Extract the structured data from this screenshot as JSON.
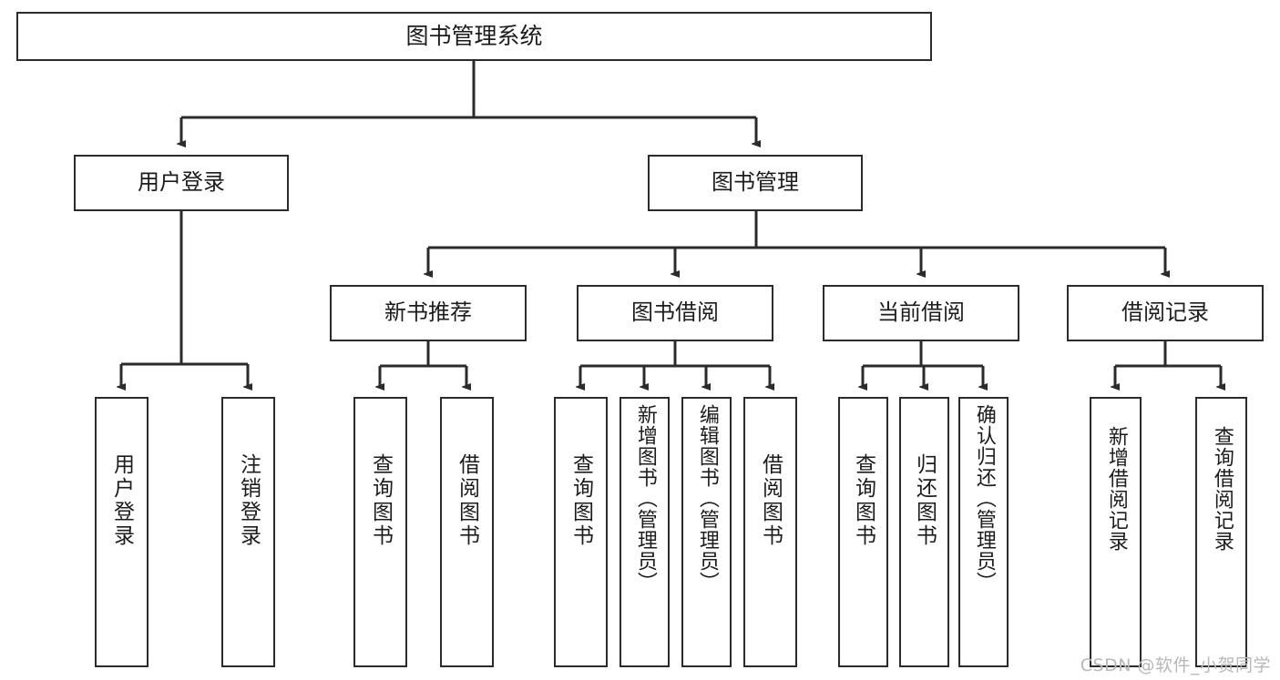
{
  "diagram": {
    "type": "tree-hierarchy",
    "title": "图书管理系统",
    "stroke_color": "#2b2b2b",
    "background_color": "#ffffff",
    "text_color": "#1c1c1c",
    "root": {
      "label": "图书管理系统"
    },
    "level2": [
      {
        "label": "用户登录"
      },
      {
        "label": "图书管理"
      }
    ],
    "level3": [
      {
        "label": "新书推荐"
      },
      {
        "label": "图书借阅"
      },
      {
        "label": "当前借阅"
      },
      {
        "label": "借阅记录"
      }
    ],
    "leaves": [
      {
        "label": "用户登录"
      },
      {
        "label": "注销登录"
      },
      {
        "label": "查询图书"
      },
      {
        "label": "借阅图书"
      },
      {
        "label": "查询图书"
      },
      {
        "label": "新增图书（管理员）"
      },
      {
        "label": "编辑图书（管理员）"
      },
      {
        "label": "借阅图书"
      },
      {
        "label": "查询图书"
      },
      {
        "label": "归还图书"
      },
      {
        "label": "确认归还（管理员）"
      },
      {
        "label": "新增借阅记录"
      },
      {
        "label": "查询借阅记录"
      }
    ],
    "watermark": "CSDN @软件_小贺同学"
  }
}
